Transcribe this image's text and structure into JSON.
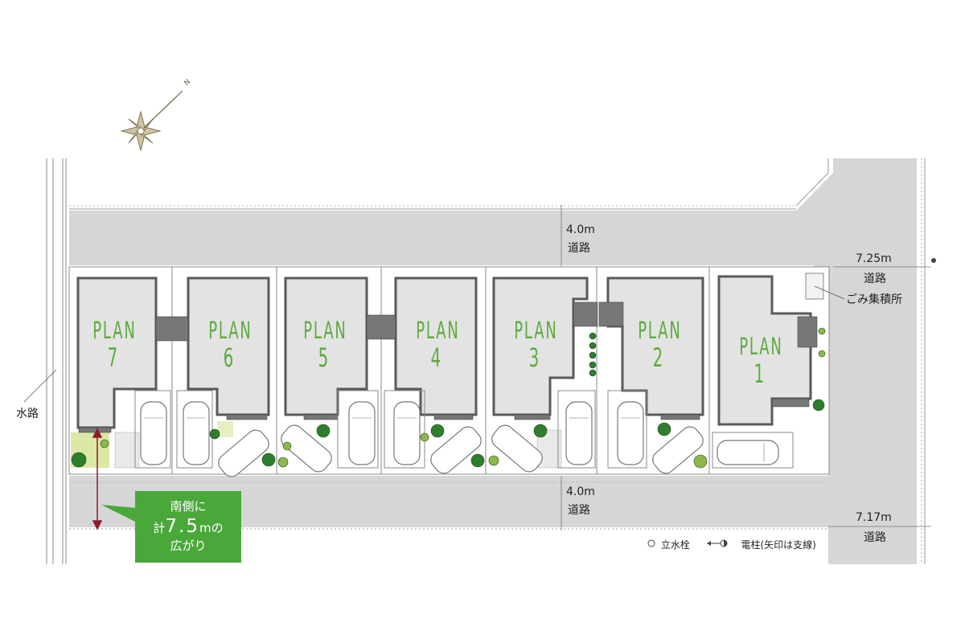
{
  "map": {
    "compass_label": "N",
    "roads": {
      "north_width": "4.0m",
      "north_name": "道路",
      "south_width": "4.0m",
      "south_name": "道路",
      "east_upper_width": "7.25m",
      "east_upper_name": "道路",
      "east_lower_width": "7.17m",
      "east_lower_name": "道路"
    },
    "waterway_label": "水路",
    "garbage_label": "ごみ集積所",
    "plans": [
      {
        "name": "PLAN",
        "number": "7"
      },
      {
        "name": "PLAN",
        "number": "6"
      },
      {
        "name": "PLAN",
        "number": "5"
      },
      {
        "name": "PLAN",
        "number": "4"
      },
      {
        "name": "PLAN",
        "number": "3"
      },
      {
        "name": "PLAN",
        "number": "2"
      },
      {
        "name": "PLAN",
        "number": "1"
      }
    ],
    "callout": {
      "line1": "南側に",
      "line2_prefix": "計",
      "line2_value": "7.5",
      "line2_unit": "mの",
      "line3": "広がり"
    },
    "legend": {
      "hydrant_label": "立水栓",
      "pole_label": "電柱(矢印は支線)"
    },
    "colors": {
      "road": "#d6d6d6",
      "plan_text": "#5cab3c",
      "callout_bg": "#4aa83a",
      "house_fill": "#e3e3e3",
      "house_outline": "#5a5a5a",
      "tree": "#2f7d2f",
      "lawn": "#dce8a6",
      "dimension_arrow": "#8b1c2c"
    }
  }
}
